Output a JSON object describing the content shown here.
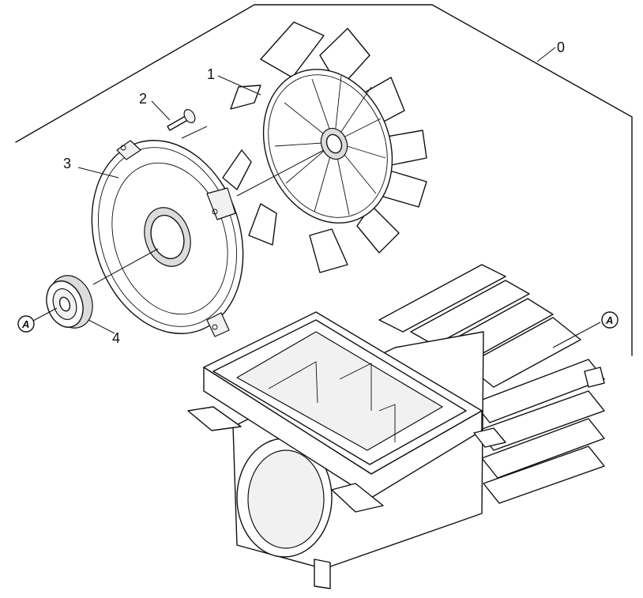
{
  "callouts": {
    "group": "0",
    "fan": "1",
    "screw": "2",
    "cover": "3",
    "bearing": "4"
  },
  "reference_marks": {
    "bearing_ref": "A",
    "housing_ref": "A"
  }
}
